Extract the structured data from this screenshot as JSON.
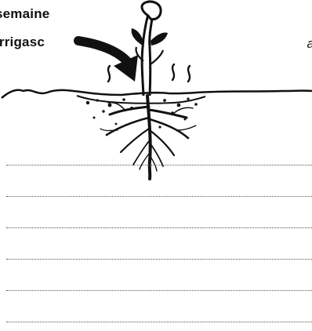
{
  "header": {
    "line1": "semaine",
    "line2": "Irrigasc",
    "right_edge": "a"
  },
  "illustration": {
    "icons": [
      "plant-seedling-icon",
      "arrow-icon",
      "water-vapor-icon",
      "soil-icon",
      "roots-icon"
    ]
  },
  "writing_area": {
    "line_count": 6
  }
}
